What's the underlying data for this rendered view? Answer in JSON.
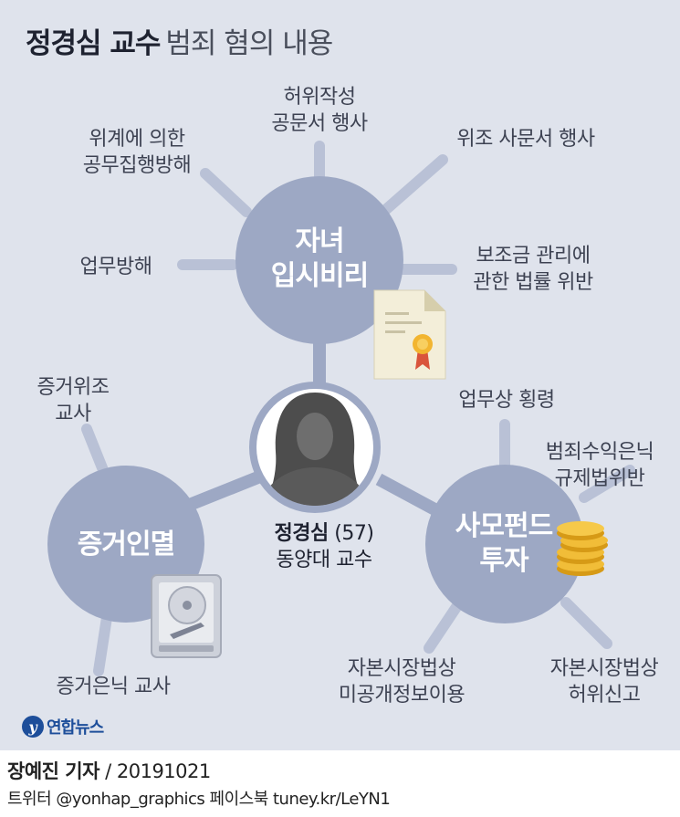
{
  "title": {
    "bold": "정경심 교수",
    "light": "범죄 혐의 내용"
  },
  "center": {
    "name": "정경심",
    "age": "(57)",
    "role": "동양대 교수"
  },
  "hubs": {
    "admissions": {
      "line1": "자녀",
      "line2": "입시비리"
    },
    "evidence": {
      "line1": "증거인멸"
    },
    "fund": {
      "line1": "사모펀드",
      "line2": "투자"
    }
  },
  "charges": {
    "false_doc_1": "허위작성",
    "false_doc_2": "공문서 행사",
    "obstruct_1": "위계에 의한",
    "obstruct_2": "공무집행방해",
    "forged_doc": "위조 사문서 행사",
    "business_interference": "업무방해",
    "subsidy_1": "보조금 관리에",
    "subsidy_2": "관한 법률 위반",
    "fabricate_1": "증거위조",
    "fabricate_2": "교사",
    "conceal": "증거은닉 교사",
    "embezzle": "업무상 횡령",
    "laundering_1": "범죄수익은닉",
    "laundering_2": "규제법위반",
    "insider_1": "자본시장법상",
    "insider_2": "미공개정보이용",
    "false_report_1": "자본시장법상",
    "false_report_2": "허위신고"
  },
  "icons": {
    "certificate": "certificate-icon",
    "hard_drive": "hard-drive-icon",
    "coins": "coins-icon",
    "portrait": "woman-silhouette-icon"
  },
  "colors": {
    "background": "#dfe3ec",
    "circle": "#9da8c4",
    "connector": "#b9c1d6",
    "text": "#3d4252"
  },
  "logo": {
    "mark": "y",
    "text": "연합뉴스"
  },
  "footer": {
    "reporter": "장예진 기자",
    "date": "/ 20191021",
    "social": "트위터 @yonhap_graphics  페이스북 tuney.kr/LeYN1"
  }
}
